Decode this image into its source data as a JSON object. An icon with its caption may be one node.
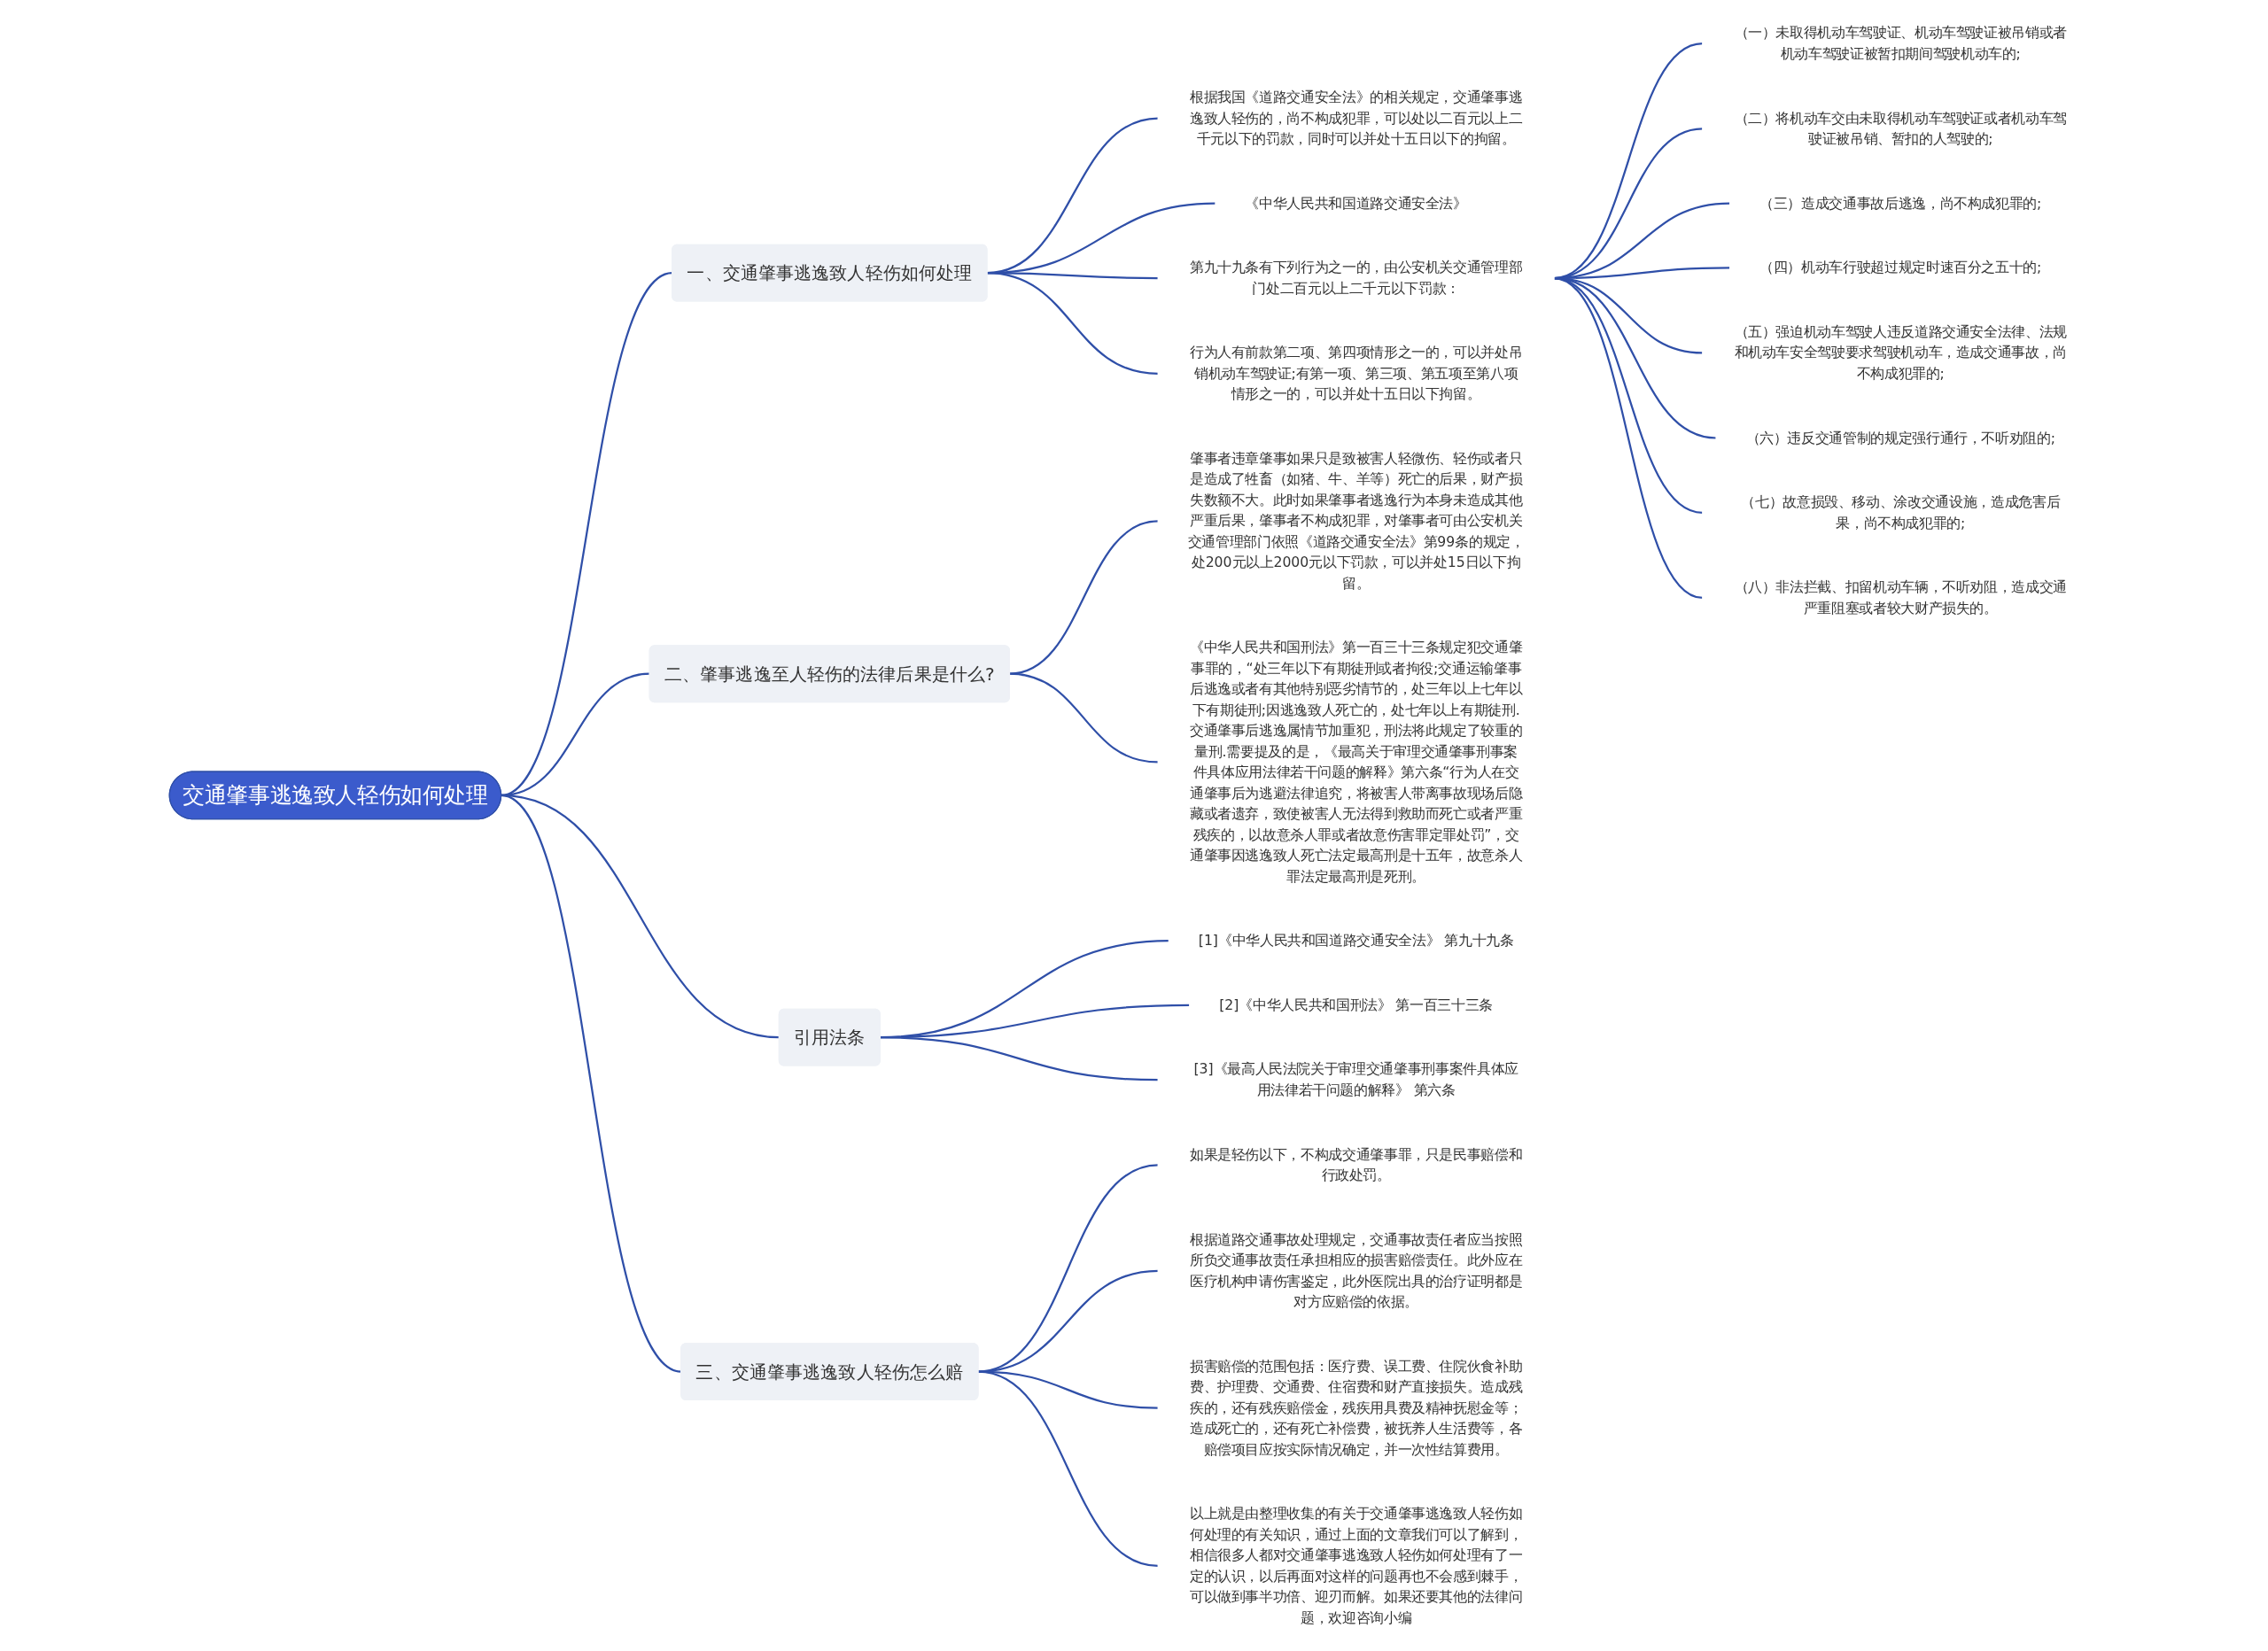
{
  "diagram": {
    "nodes": [
      {
        "text": [
          "交通肇事逃逸致人轻伤如何处理"
        ]
      },
      {
        "text": [
          "一、交通肇事逃逸致人轻伤如何处理"
        ]
      },
      {
        "text": [
          "根据我国《道路交通安全法》的相关规定，交通肇事逃逸致人轻伤的，尚不构成犯罪，可以处以二百元以上二千元以下的罚款，同时可以并处十五日以下的拘留。"
        ]
      },
      {
        "text": [
          "《中华人民共和国道路交通安全法》"
        ]
      },
      {
        "text": [
          "第九十九条有下列行为之一的，由公安机关交通管理部门处二百元以上二千元以下罚款："
        ]
      },
      {
        "text": [
          "（一）未取得机动车驾驶证、机动车驾驶证被吊销或者机动车驾驶证被暂扣期间驾驶机动车的;"
        ]
      },
      {
        "text": [
          "（二）将机动车交由未取得机动车驾驶证或者机动车驾驶证被吊销、暂扣的人驾驶的;"
        ]
      },
      {
        "text": [
          "（三）造成交通事故后逃逸，尚不构成犯罪的;"
        ]
      },
      {
        "text": [
          "（四）机动车行驶超过规定时速百分之五十的;"
        ]
      },
      {
        "text": [
          "（五）强迫机动车驾驶人违反道路交通安全法律、法规和机动车安全驾驶要求驾驶机动车，造成交通事故，尚不构成犯罪的;"
        ]
      },
      {
        "text": [
          "（六）违反交通管制的规定强行通行，不听劝阻的;"
        ]
      },
      {
        "text": [
          "（七）故意损毁、移动、涂改交通设施，造成危害后果，尚不构成犯罪的;"
        ]
      },
      {
        "text": [
          "（八）非法拦截、扣留机动车辆，不听劝阻，造成交通严重阻塞或者较大财产损失的。"
        ]
      },
      {
        "text": [
          "行为人有前款第二项、第四项情形之一的，可以并处吊销机动车驾驶证;有第一项、第三项、第五项至第八项情形之一的，可以并处十五日以下拘留。"
        ]
      },
      {
        "text": [
          "二、肇事逃逸至人轻伤的法律后果是什么?"
        ]
      },
      {
        "text": [
          "肇事者违章肇事如果只是致被害人轻微伤、轻伤或者只是造成了牲畜（如猪、牛、羊等）死亡的后果，财产损失数额不大。此时如果肇事者逃逸行为本身未造成其他严重后果，肇事者不构成犯罪，对肇事者可由公安机关交通管理部门依照《道路交通安全法》第99条的规定，处200元以上2000元以下罚款，可以并处15日以下拘留。"
        ]
      },
      {
        "text": [
          "《中华人民共和国刑法》第一百三十三条规定犯交通肇事罪的，“处三年以下有期徒刑或者拘役;交通运输肇事后逃逸或者有其他特别恶劣情节的，处三年以上七年以下有期徒刑;因逃逸致人死亡的，处七年以上有期徒刑.交通肇事后逃逸属情节加重犯，刑法将此规定了较重的量刑.需要提及的是，《最高关于审理交通肇事刑事案件具体应用法律若干问题的解释》第六条“行为人在交通肇事后为逃避法律追究，将被害人带离事故现场后隐藏或者遗弃，致使被害人无法得到救助而死亡或者严重残疾的，以故意杀人罪或者故意伤害罪定罪处罚”，交通肇事因逃逸致人死亡法定最高刑是十五年，故意杀人罪法定最高刑是死刑。"
        ]
      },
      {
        "text": [
          "引用法条"
        ]
      },
      {
        "text": [
          "[1]《中华人民共和国道路交通安全法》 第九十九条"
        ]
      },
      {
        "text": [
          "[2]《中华人民共和国刑法》 第一百三十三条"
        ]
      },
      {
        "text": [
          "[3]《最高人民法院关于审理交通肇事刑事案件具体应用法律若干问题的解释》 第六条"
        ]
      },
      {
        "text": [
          "三、交通肇事逃逸致人轻伤怎么赔"
        ]
      },
      {
        "text": [
          "如果是轻伤以下，不构成交通肇事罪，只是民事赔偿和行政处罚。"
        ]
      },
      {
        "text": [
          "根据道路交通事故处理规定，交通事故责任者应当按照所负交通事故责任承担相应的损害赔偿责任。此外应在医疗机构申请伤害鉴定，此外医院出具的治疗证明都是对方应赔偿的依据。"
        ]
      },
      {
        "text": [
          "损害赔偿的范围包括：医疗费、误工费、住院伙食补助费、护理费、交通费、住宿费和财产直接损失。造成残疾的，还有残疾赔偿金，残疾用具费及精神抚慰金等；造成死亡的，还有死亡补偿费，被抚养人生活费等，各赔偿项目应按实际情况确定，并一次性结算费用。"
        ]
      },
      {
        "text": [
          "以上就是由整理收集的有关于交通肇事逃逸致人轻伤如何处理的有关知识，通过上面的文章我们可以了解到，相信很多人都对交通肇事逃逸致人轻伤如何处理有了一定的认识，以后再面对这样的问题再也不会感到棘手，可以做到事半功倍、迎刃而解。如果还要其他的法律问题，欢迎咨询小编"
        ]
      }
    ],
    "edges": [
      {
        "from": 0,
        "to": 1,
        "arrow": "none"
      },
      {
        "from": 1,
        "to": 2,
        "arrow": "none"
      },
      {
        "from": 1,
        "to": 3,
        "arrow": "none"
      },
      {
        "from": 1,
        "to": 4,
        "arrow": "none"
      },
      {
        "from": 4,
        "to": 5,
        "arrow": "none"
      },
      {
        "from": 4,
        "to": 6,
        "arrow": "none"
      },
      {
        "from": 4,
        "to": 7,
        "arrow": "none"
      },
      {
        "from": 4,
        "to": 8,
        "arrow": "none"
      },
      {
        "from": 4,
        "to": 9,
        "arrow": "none"
      },
      {
        "from": 4,
        "to": 10,
        "arrow": "none"
      },
      {
        "from": 4,
        "to": 11,
        "arrow": "none"
      },
      {
        "from": 4,
        "to": 12,
        "arrow": "none"
      },
      {
        "from": 1,
        "to": 13,
        "arrow": "none"
      },
      {
        "from": 0,
        "to": 14,
        "arrow": "none"
      },
      {
        "from": 14,
        "to": 15,
        "arrow": "none"
      },
      {
        "from": 14,
        "to": 16,
        "arrow": "none"
      },
      {
        "from": 0,
        "to": 17,
        "arrow": "none"
      },
      {
        "from": 17,
        "to": 18,
        "arrow": "none"
      },
      {
        "from": 17,
        "to": 19,
        "arrow": "none"
      },
      {
        "from": 17,
        "to": 20,
        "arrow": "none"
      },
      {
        "from": 0,
        "to": 21,
        "arrow": "none"
      },
      {
        "from": 21,
        "to": 22,
        "arrow": "none"
      },
      {
        "from": 21,
        "to": 23,
        "arrow": "none"
      },
      {
        "from": 21,
        "to": 24,
        "arrow": "none"
      },
      {
        "from": 21,
        "to": 25,
        "arrow": "none"
      }
    ]
  }
}
